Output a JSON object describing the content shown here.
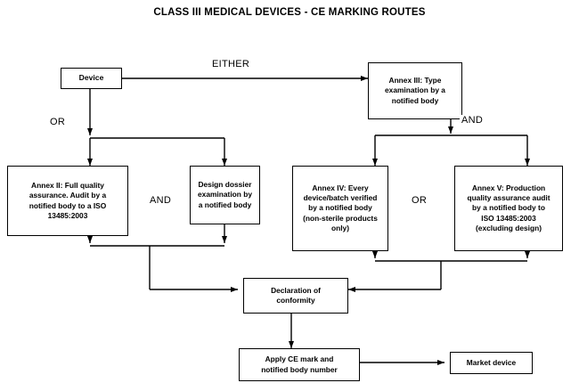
{
  "diagram": {
    "title": "CLASS III MEDICAL DEVICES - CE MARKING ROUTES",
    "type": "flowchart",
    "colors": {
      "line": "#000000",
      "box_border": "#000000",
      "background": "#ffffff",
      "text": "#000000"
    },
    "nodes": [
      {
        "id": "device",
        "label": "Device"
      },
      {
        "id": "annex3",
        "label": "Annex III: Type\nexamination by a\nnotified body"
      },
      {
        "id": "annex2",
        "label": "Annex II: Full quality\nassurance.  Audit by a\nnotified body to a ISO\n13485:2003"
      },
      {
        "id": "design-dossier",
        "label": "Design dossier\nexamination by\na notified body"
      },
      {
        "id": "annex4",
        "label": "Annex IV: Every\ndevice/batch verified\nby a notified body\n(non-sterile products\nonly)"
      },
      {
        "id": "annex5",
        "label": "Annex V:  Production\nquality assurance audit\nby a notified body to\nISO 13485:2003\n(excluding design)"
      },
      {
        "id": "declaration",
        "label": "Declaration of\nconformity"
      },
      {
        "id": "apply-ce",
        "label": "Apply CE mark and\nnotified body number"
      },
      {
        "id": "market",
        "label": "Market device"
      }
    ],
    "connector_labels": [
      {
        "id": "either",
        "label": "EITHER"
      },
      {
        "id": "or-left",
        "label": "OR"
      },
      {
        "id": "and-right",
        "label": "AND"
      },
      {
        "id": "and-left",
        "label": "AND"
      },
      {
        "id": "or-right",
        "label": "OR"
      }
    ]
  }
}
